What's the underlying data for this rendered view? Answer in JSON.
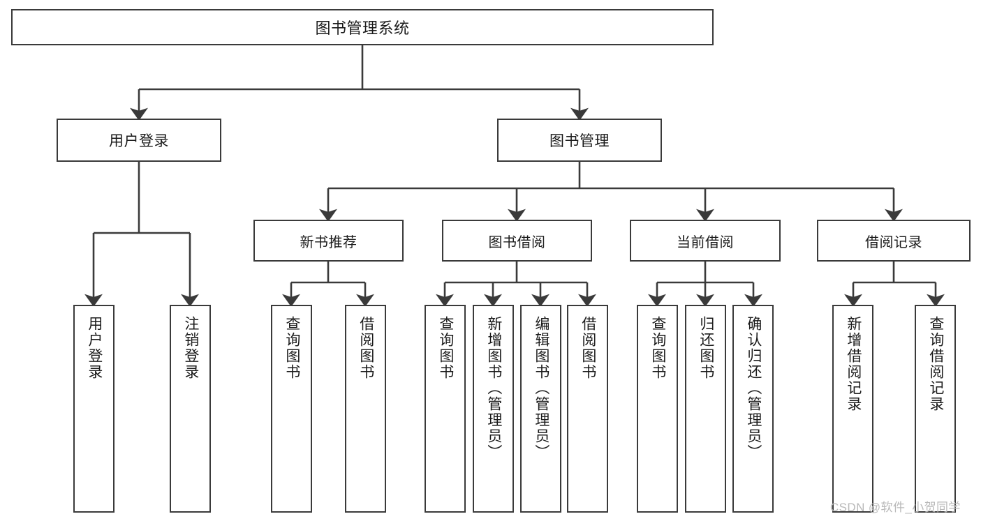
{
  "diagram": {
    "type": "tree-hierarchy-functional-decomposition",
    "root": {
      "label": "图书管理系统"
    },
    "level1": [
      {
        "label": "用户登录"
      },
      {
        "label": "图书管理"
      }
    ],
    "level2": [
      {
        "label": "新书推荐"
      },
      {
        "label": "图书借阅"
      },
      {
        "label": "当前借阅"
      },
      {
        "label": "借阅记录"
      }
    ],
    "leaves": {
      "user_login": [
        {
          "label": "用户登录"
        },
        {
          "label": "注销登录"
        }
      ],
      "new_book_recommend": [
        {
          "label": "查询图书"
        },
        {
          "label": "借阅图书"
        }
      ],
      "book_borrow": [
        {
          "label": "查询图书"
        },
        {
          "label": "新增图书（管理员）"
        },
        {
          "label": "编辑图书（管理员）"
        },
        {
          "label": "借阅图书"
        }
      ],
      "current_borrow": [
        {
          "label": "查询图书"
        },
        {
          "label": "归还图书"
        },
        {
          "label": "确认归还（管理员）"
        }
      ],
      "borrow_record": [
        {
          "label": "新增借阅记录"
        },
        {
          "label": "查询借阅记录"
        }
      ]
    }
  },
  "watermark": {
    "text": "CSDN @软件_小贺同学"
  },
  "colors": {
    "box_border": "#3a3a3a",
    "box_fill": "#ffffff",
    "connector": "#3a3a3a",
    "text": "#1b1b1b",
    "watermark": "#b9b9b9"
  }
}
